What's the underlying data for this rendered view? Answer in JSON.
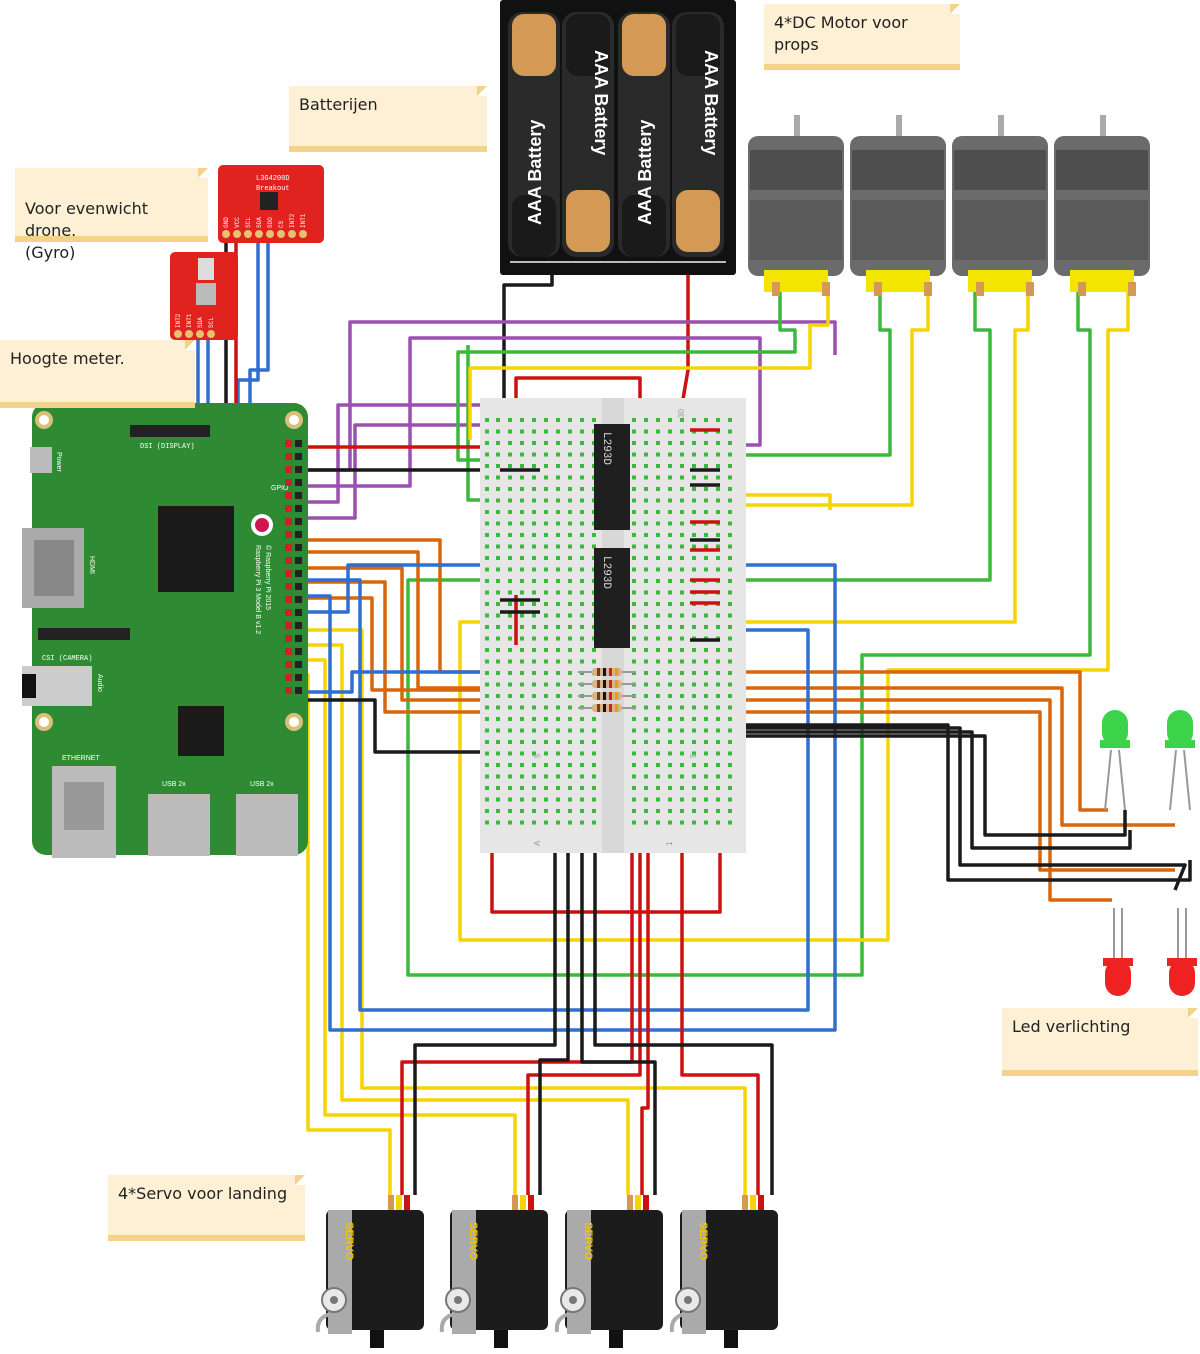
{
  "notes": {
    "gyro": "Voor evenwicht drone.\n(Gyro)",
    "altimeter": "Hoogte meter.",
    "batteries": "Batterijen",
    "motors": "4*DC Motor voor props",
    "leds": "Led verlichting",
    "servos": "4*Servo voor landing"
  },
  "gyro_board": {
    "title": "L3G4200D",
    "subtitle": "Breakout",
    "pins": [
      "GND",
      "VCC",
      "SCL",
      "SDA",
      "SDO",
      "CS",
      "INT2",
      "INT1"
    ]
  },
  "alt_board": {
    "pins": [
      "INT2",
      "INT1",
      "SDA",
      "SCL"
    ]
  },
  "battery": {
    "label": "AAA Battery"
  },
  "pi": {
    "display": "DSI (DISPLAY)",
    "power": "Power",
    "hdmi": "HDMI",
    "camera": "CSI (CAMERA)",
    "audio": "Audio",
    "ethernet": "ETHERNET",
    "usb": "USB 2x",
    "model": "Raspberry Pi 3 Model B v1.2",
    "copyright": "© Raspberry Pi 2015",
    "gpio": "GPIO"
  },
  "breadboard": {
    "chip": "L293D",
    "col_a": "A",
    "col_1": "1",
    "col_5": "5",
    "col_30": "30"
  },
  "servo": {
    "label": "SERVO"
  },
  "colors": {
    "red": "#cc1111",
    "black": "#1a1a1a",
    "blue": "#2f6fd0",
    "purple": "#9b4fb0",
    "green": "#3cb83c",
    "yellow": "#f5d400",
    "orange": "#d9660a",
    "pcb": "#2e8b34"
  }
}
